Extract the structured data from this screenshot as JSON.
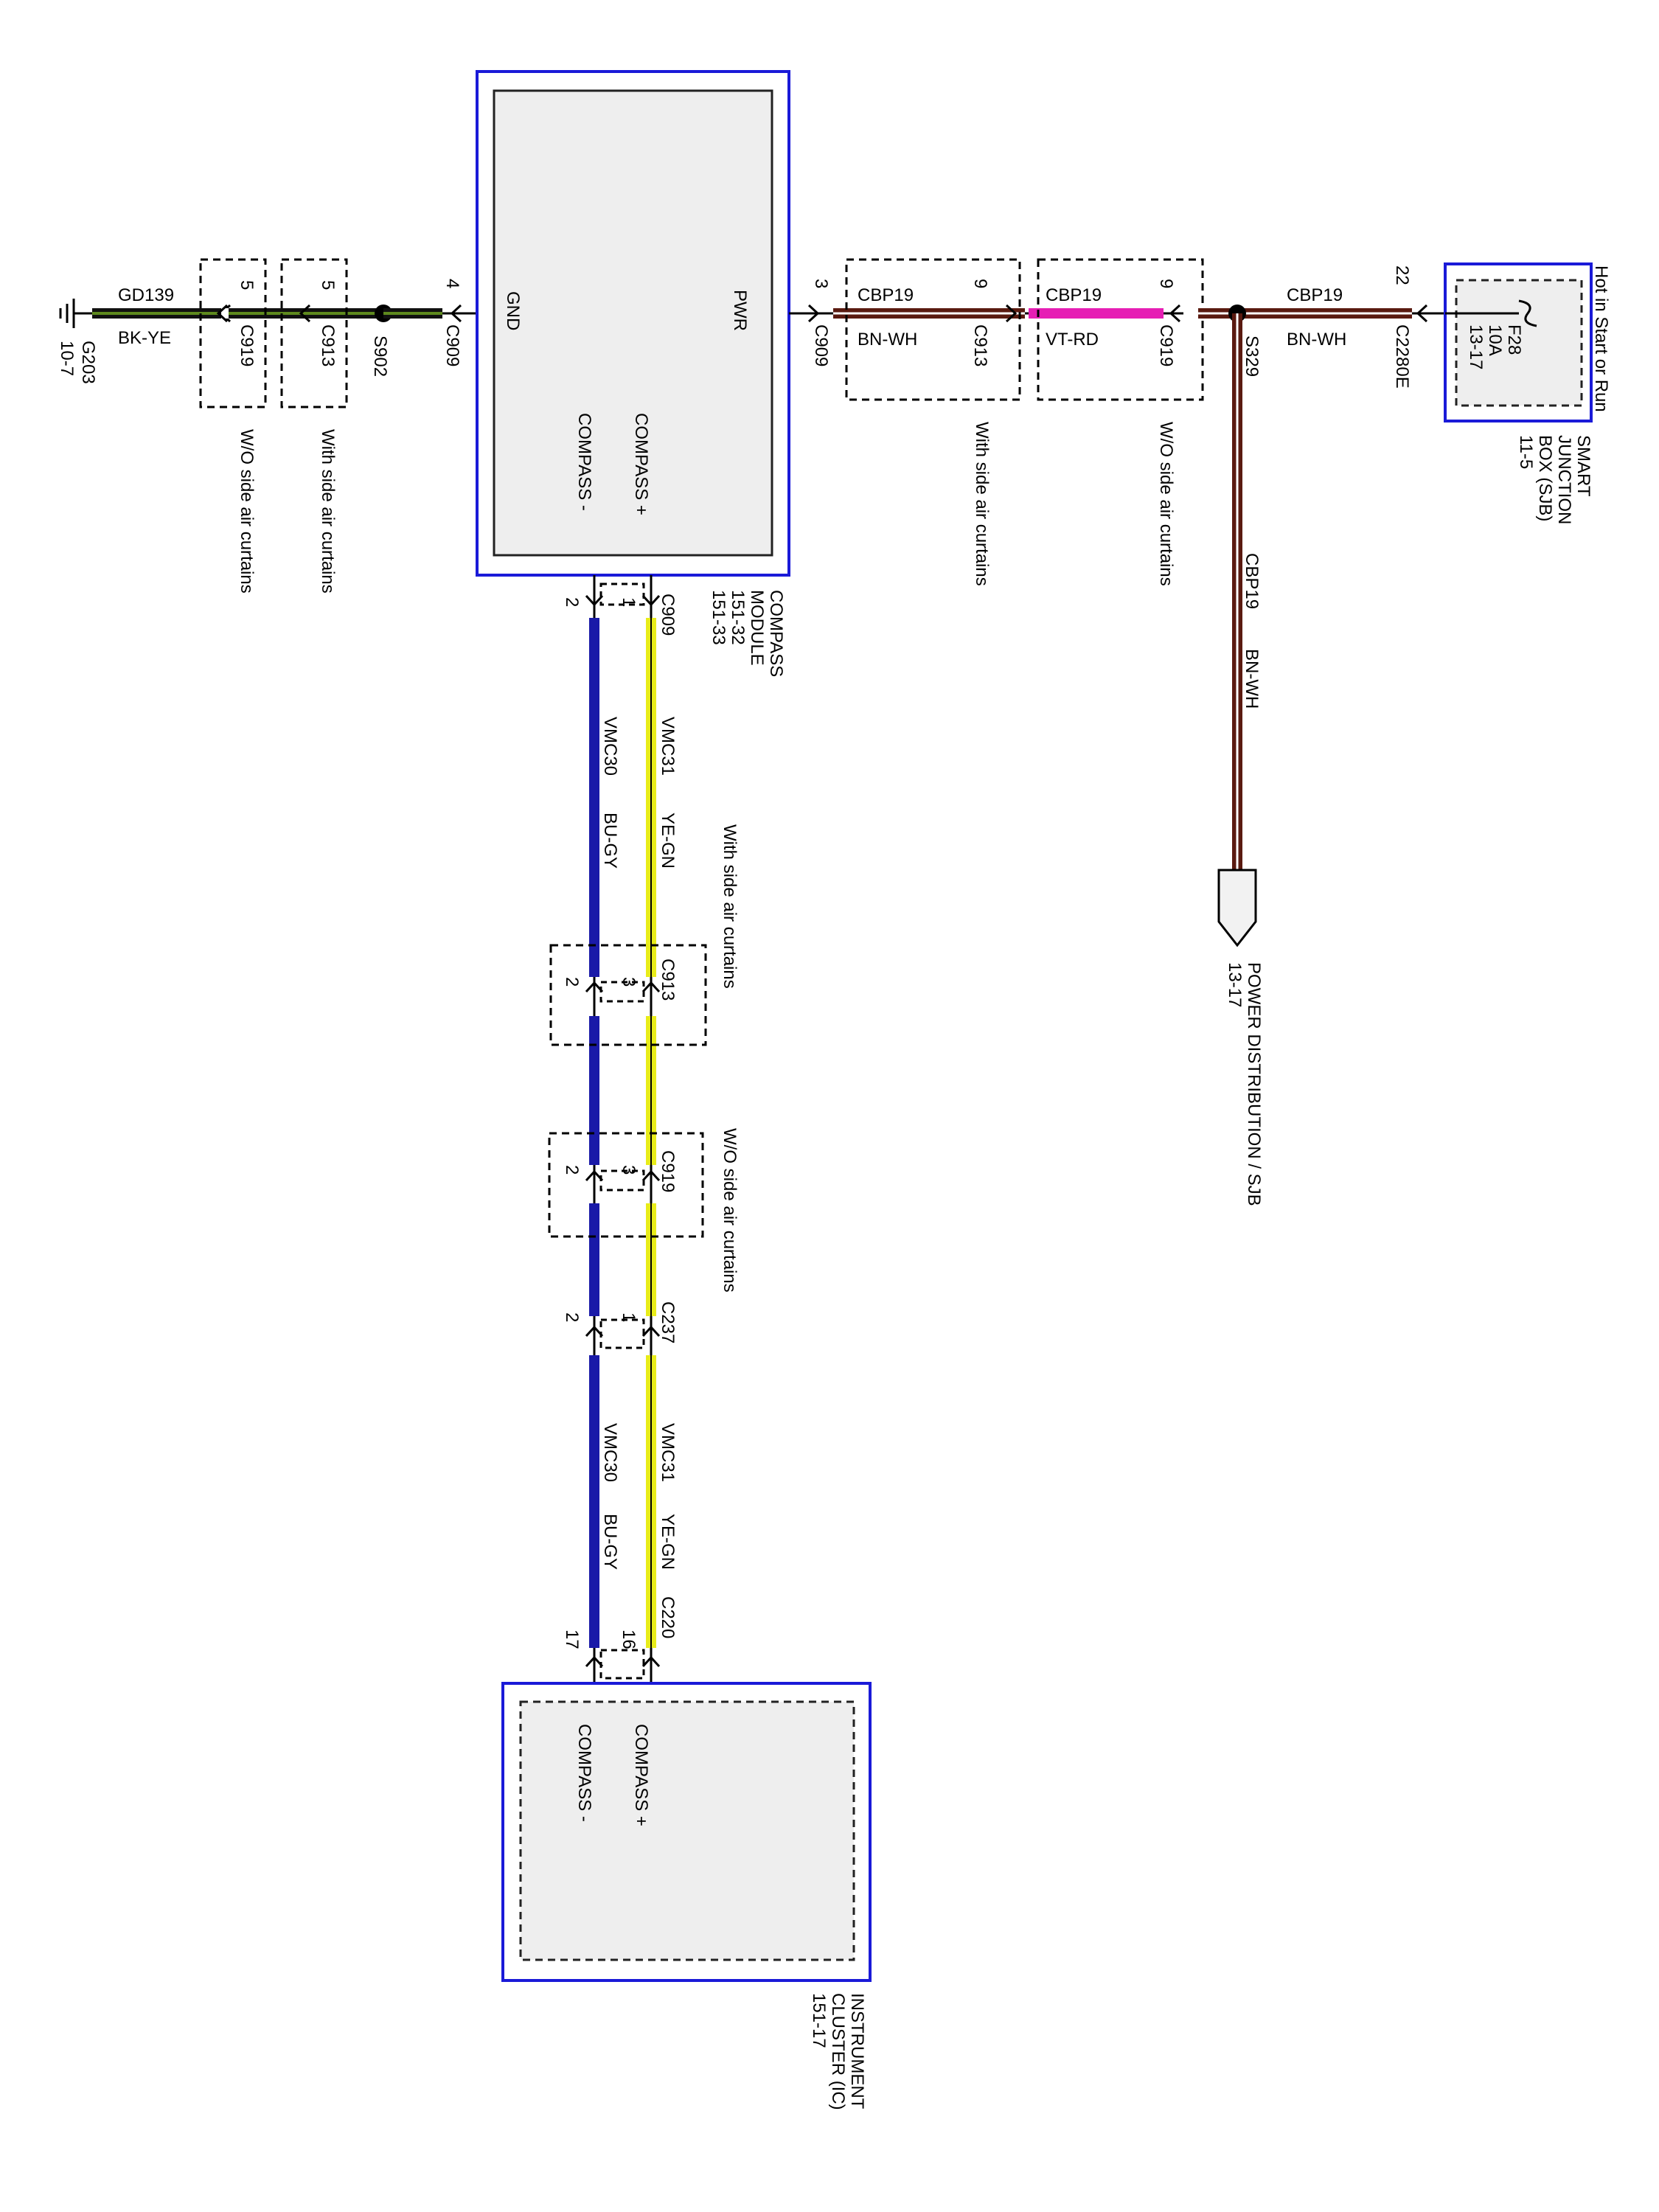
{
  "ground": {
    "id": "G203",
    "ref": "10-7"
  },
  "gnd_circuit": {
    "circuit": "GD139",
    "color": "BK-YE"
  },
  "gnd_connectors": [
    {
      "name": "C919",
      "pin": "5",
      "note": "W/O side air curtains"
    },
    {
      "name": "C913",
      "pin": "5",
      "note": "With side air curtains"
    }
  ],
  "splice_gnd": "S902",
  "compass_module": {
    "name_lines": [
      "COMPASS",
      "MODULE",
      "151-32",
      "151-33"
    ],
    "gnd_label": "GND",
    "pwr_label": "PWR",
    "comp_plus": "COMPASS +",
    "comp_minus": "COMPASS -",
    "gnd_conn": {
      "name": "C909",
      "pin": "4"
    },
    "pwr_conn": {
      "name": "C909",
      "pin": "3"
    },
    "bottom_conn": {
      "name": "C909",
      "pin_plus": "1",
      "pin_minus": "2"
    }
  },
  "pwr_segments": [
    {
      "circuit": "CBP19",
      "color": "BN-WH"
    },
    {
      "circuit": "CBP19",
      "color": "VT-RD"
    },
    {
      "circuit": "CBP19",
      "color": "BN-WH"
    }
  ],
  "pwr_connectors": [
    {
      "name": "C913",
      "pin": "9",
      "note": "With side air curtains"
    },
    {
      "name": "C919",
      "pin": "9",
      "note": "W/O side air curtains"
    }
  ],
  "splice_pwr": "S329",
  "sjb": {
    "hot_label": "Hot in Start or Run",
    "fuse_lines": [
      "F28",
      "10A",
      "13-17"
    ],
    "name_lines": [
      "SMART",
      "JUNCTION",
      "BOX (SJB)",
      "11-5"
    ],
    "conn": {
      "name": "C2280E",
      "pin": "22"
    }
  },
  "power_dist": {
    "circuit": "CBP19",
    "color": "BN-WH",
    "label_lines": [
      "POWER DISTRIBUTION / SJB",
      "13-17"
    ]
  },
  "signal_wires": {
    "plus": {
      "circuit": "VMC31",
      "color": "YE-GN"
    },
    "minus": {
      "circuit": "VMC30",
      "color": "BU-GY"
    }
  },
  "signal_connectors": [
    {
      "name": "C913",
      "pin_plus": "3",
      "pin_minus": "2",
      "note": "With side air curtains"
    },
    {
      "name": "C919",
      "pin_plus": "3",
      "pin_minus": "2",
      "note": "W/O side air curtains"
    },
    {
      "name": "C237",
      "pin_plus": "1",
      "pin_minus": "2"
    },
    {
      "name": "C220",
      "pin_plus": "16",
      "pin_minus": "17"
    }
  ],
  "instrument_cluster": {
    "name_lines": [
      "INSTRUMENT",
      "CLUSTER (IC)",
      "151-17"
    ],
    "comp_plus": "COMPASS +",
    "comp_minus": "COMPASS -"
  },
  "colors": {
    "module_border": "#1a1ad8",
    "module_fill": "#eeeeee",
    "black_wire": "#111111",
    "ye_gn": "#e8ec1a",
    "bu_gy": "#1a1aa8",
    "bn_wh": "#5a1a10",
    "vt_rd": "#e61eb4",
    "bk_ye": "#4d6b1a"
  }
}
